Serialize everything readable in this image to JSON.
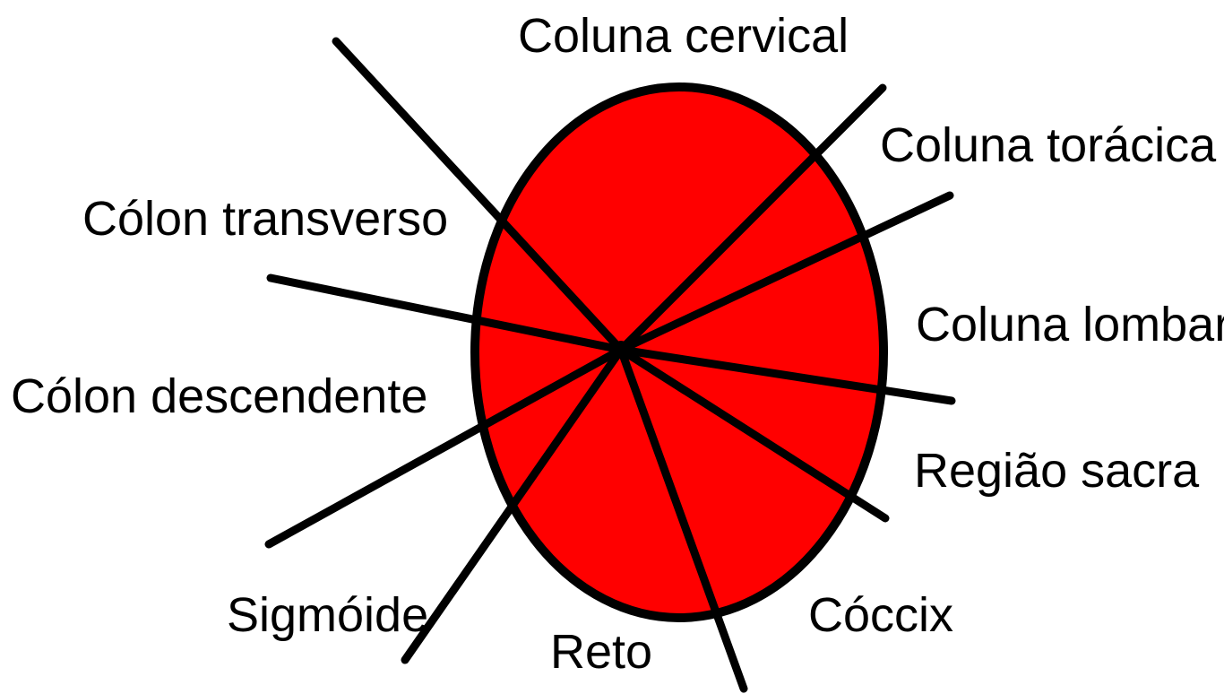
{
  "diagram": {
    "fill_color": "#ff0000",
    "line_color": "#000000",
    "background_color": "#ffffff",
    "labels": {
      "cervical": "Coluna cervical",
      "toracica": "Coluna torácica",
      "lombar": "Coluna lombar",
      "sacra": "Região sacra",
      "coccix": "Cóccix",
      "reto": "Reto",
      "sigmoide": "Sigmóide",
      "descendente": "Cólon descendente",
      "transverso": "Cólon transverso"
    }
  }
}
